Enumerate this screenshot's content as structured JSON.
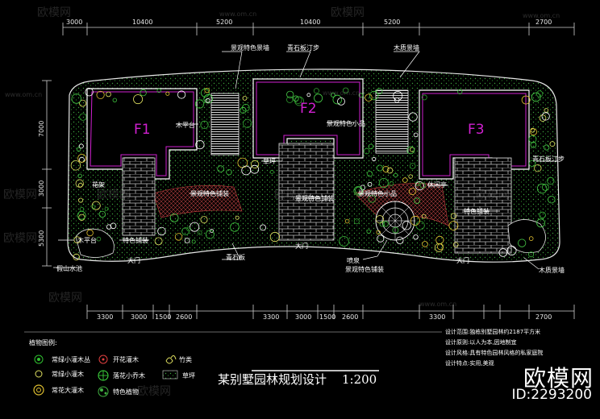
{
  "dims": {
    "top": [
      "3000",
      "10400",
      "5200",
      "10400",
      "5200",
      "2700"
    ],
    "bottom": [
      "3300",
      "3000",
      "1500",
      "2600",
      "3300",
      "3000",
      "1500",
      "2600",
      "3300",
      "2700"
    ],
    "left": [
      "7000",
      "3000",
      "5300"
    ]
  },
  "floors": [
    "F1",
    "F2",
    "F3"
  ],
  "labels": {
    "a1": "景观特色景墙",
    "a2": "青石板汀步",
    "a3": "木质景墙",
    "a4": "木平台",
    "a5": "景观特色小品",
    "a6": "青石板汀步",
    "a7": "花架",
    "a8": "草坪",
    "a9": "青石板",
    "a10": "景观特色铺装",
    "a11": "休闲亭",
    "a12": "景观特色铺装",
    "a13": "景观特色小品",
    "a14": "特色铺装",
    "a15": "特色铺装",
    "a16": "木平台",
    "a17": "假山水池",
    "a18": "喷泉",
    "a19": "景观特色铺装",
    "a20": "木质景墙",
    "gate": "大门"
  },
  "legend": {
    "title": "植物图例:",
    "items": [
      "常绿小灌木丛",
      "常绿小灌木",
      "常花大灌木",
      "开花灌木",
      "落花小乔木",
      "特色植物",
      "竹类",
      "草坪"
    ]
  },
  "notes": [
    "设计范围:独栋别墅园林约2187平方米",
    "设计原则:以人为本,因地制宜",
    "设计风格:具有特色园林风格的私家庭院",
    "设计特点:实用,美观"
  ],
  "title": "某别墅园林规划设计",
  "scale": "1:200",
  "watermark": "欧模网",
  "watermark_url": "www.om.cn",
  "brand": {
    "name": "欧模网",
    "id": "ID:2293200"
  }
}
